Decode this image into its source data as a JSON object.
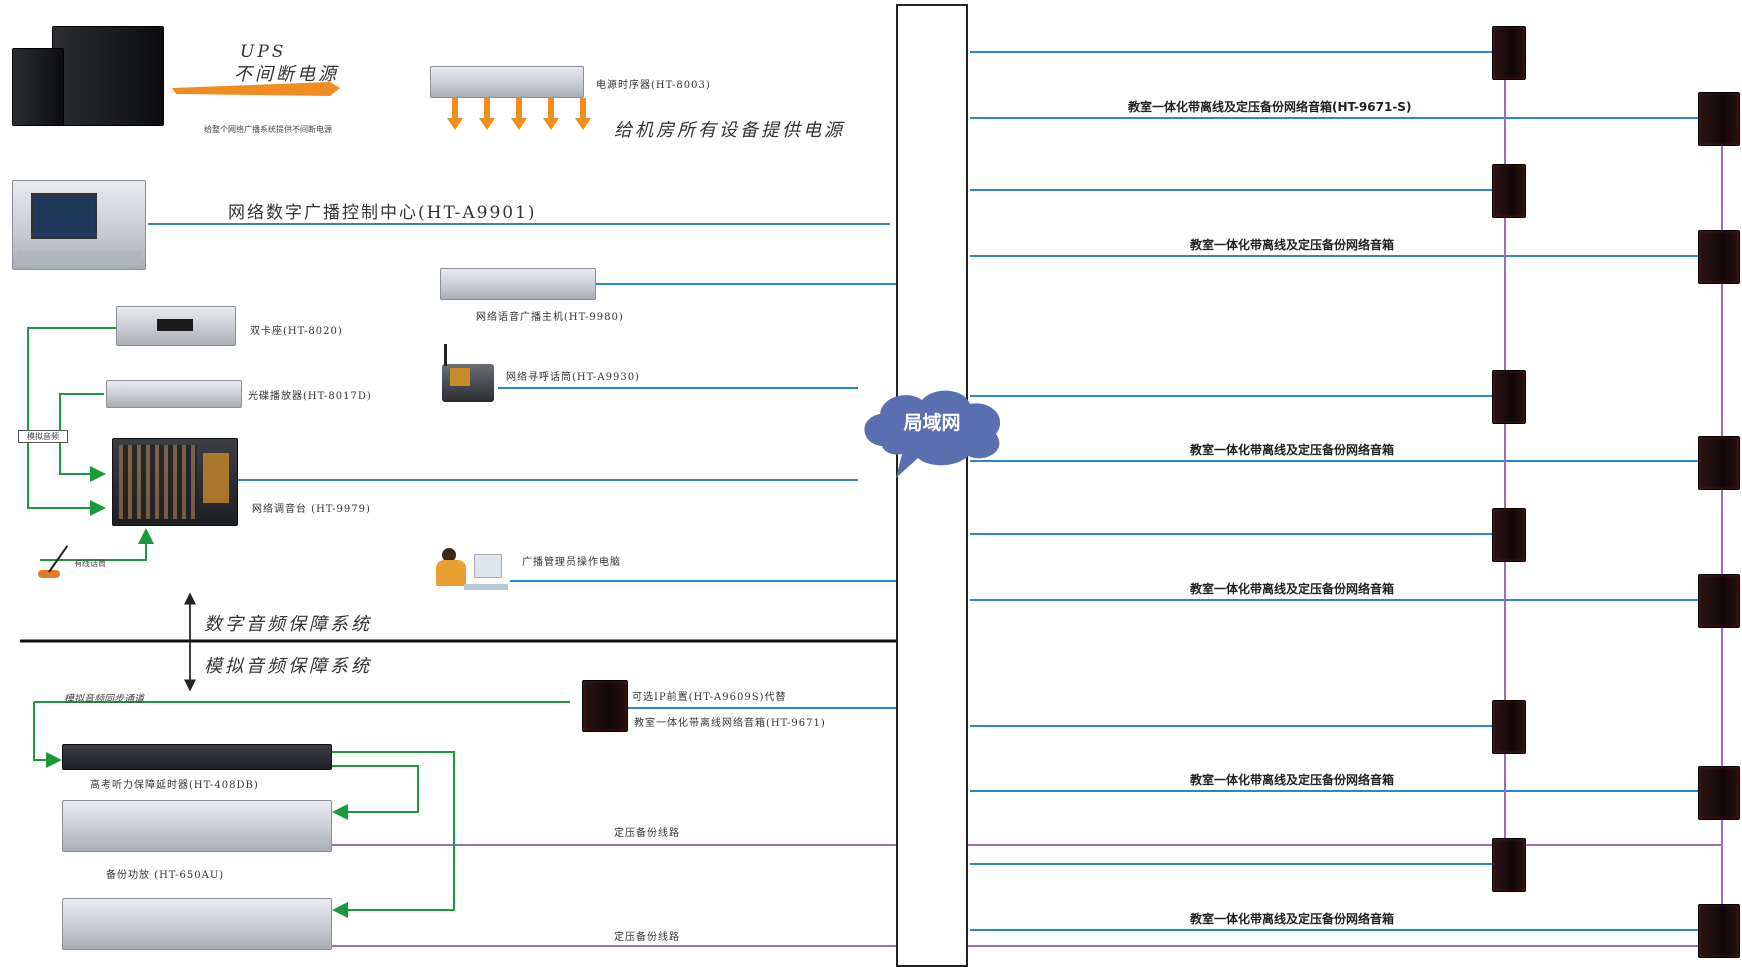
{
  "ups": {
    "title": "UPS",
    "subtitle": "不间断电源",
    "note": "给整个网络广播系统提供不间断电源"
  },
  "sequencer": {
    "label": "电源时序器(HT-8003)",
    "note": "给机房所有设备提供电源"
  },
  "control_center": {
    "label": "网络数字广播控制中心(HT-A9901)"
  },
  "voice_host": {
    "label": "网络语音广播主机(HT-9980)"
  },
  "dual_deck": {
    "label": "双卡座(HT-8020)"
  },
  "cd_player": {
    "label": "光碟播放器(HT-8017D)"
  },
  "analog_audio": {
    "label": "模拟音频"
  },
  "paging_mic": {
    "label": "网络寻呼话筒(HT-A9930)"
  },
  "mixer": {
    "label": "网络调音台 (HT-9979)"
  },
  "wired_mic": {
    "label": "有线话筒"
  },
  "admin_pc": {
    "label": "广播管理员操作电脑"
  },
  "lan": {
    "label": "局域网"
  },
  "digital_system": {
    "label": "数字音频保障系统"
  },
  "analog_system": {
    "label": "模拟音频保障系统"
  },
  "analog_sync": {
    "label": "模拟音频同步通道"
  },
  "optional_speaker": {
    "line1": "可选IP前置(HT-A9609S)代替",
    "line2": "教室一体化带离线网络音箱(HT-9671)"
  },
  "delay_unit": {
    "label": "高考听力保障延时器(HT-408DB)"
  },
  "backup_amp": {
    "label": "备份功放 (HT-650AU)"
  },
  "backup_line": {
    "label": "定压备份线路"
  },
  "classroom_speakers": [
    "教室一体化带离线及定压备份网络音箱(HT-9671-S)",
    "教室一体化带离线及定压备份网络音箱",
    "教室一体化带离线及定压备份网络音箱",
    "教室一体化带离线及定压备份网络音箱",
    "教室一体化带离线及定压备份网络音箱",
    "教室一体化带离线及定压备份网络音箱"
  ],
  "colors": {
    "network_line": "#2e86c9",
    "analog_line": "#1a9a3a",
    "backup_line": "#9a6fb5",
    "cloud": "#5a6fb0",
    "arrow": "#f08c20"
  }
}
